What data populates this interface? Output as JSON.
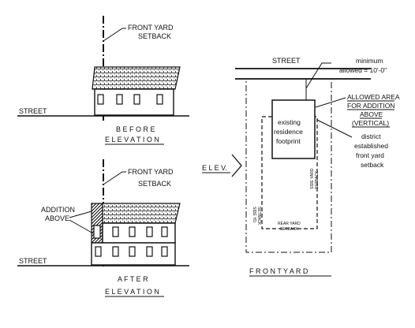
{
  "before": {
    "setback_label_line1": "FRONT YARD",
    "setback_label_line2": "SETBACK",
    "street_label": "STREET",
    "caption_line1": "B E F O R E",
    "caption_line2": "E L E V A T I O N"
  },
  "after": {
    "setback_label_line1": "FRONT YARD",
    "setback_label_line2": "SETBACK",
    "addition_label_line1": "ADDITION",
    "addition_label_line2": "ABOVE",
    "street_label": "STREET",
    "caption_line1": "A F T E R",
    "caption_line2": "E L E V A T I O N"
  },
  "elev_arrow_label": "E L E V.",
  "plan": {
    "street_label": "STREET",
    "minimum_line1": "minimum",
    "minimum_line2": "allowed = 10'-0\"",
    "allowed_line1": "ALLOWED AREA",
    "allowed_line2": "FOR ADDITION",
    "allowed_line3": "ABOVE",
    "allowed_line4": "(VERTICAL)",
    "residence_line1": "existing",
    "residence_line2": "residence",
    "residence_line3": "footprint",
    "district_line1": "district",
    "district_line2": "established",
    "district_line3": "front yard",
    "district_line4": "setback",
    "side_left_line1": "SIDE YD.",
    "side_left_line2": "SETBACK",
    "side_right_line1": "SIDE YARD",
    "side_right_line2": "SETBACK",
    "rear_line1": "REAR YARD",
    "rear_line2": "SETBACK",
    "caption": "F R O N T   Y A R D"
  }
}
